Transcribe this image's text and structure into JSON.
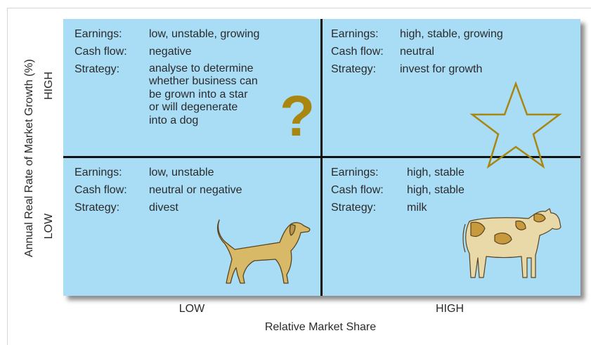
{
  "y_axis": {
    "title": "Annual Real Rate of Market Growth (%)",
    "high": "HIGH",
    "low": "LOW"
  },
  "x_axis": {
    "title": "Relative Market Share",
    "low": "LOW",
    "high": "HIGH"
  },
  "quadrants": {
    "top_left": {
      "earnings_label": "Earnings:",
      "earnings": "low, unstable, growing",
      "cashflow_label": "Cash flow:",
      "cashflow": "negative",
      "strategy_label": "Strategy:",
      "strategy_lines": [
        "analyse to determine",
        "whether business can",
        "be grown into a star",
        "or will degenerate",
        "into a dog"
      ],
      "symbol": "?"
    },
    "top_right": {
      "earnings_label": "Earnings:",
      "earnings": "high, stable, growing",
      "cashflow_label": "Cash flow:",
      "cashflow": "neutral",
      "strategy_label": "Strategy:",
      "strategy": "invest for growth",
      "icon": "star-icon"
    },
    "bottom_left": {
      "earnings_label": "Earnings:",
      "earnings": "low, unstable",
      "cashflow_label": "Cash flow:",
      "cashflow": "neutral or negative",
      "strategy_label": "Strategy:",
      "strategy": "divest",
      "icon": "dog-icon"
    },
    "bottom_right": {
      "earnings_label": "Earnings:",
      "earnings": "high, stable",
      "cashflow_label": "Cash flow:",
      "cashflow": "high, stable",
      "strategy_label": "Strategy:",
      "strategy": "milk",
      "icon": "cow-icon"
    }
  },
  "colors": {
    "grid_fill": "#a9ddf6",
    "divider": "#111111",
    "accent_gold": "#a8860f",
    "dog_fill": "#d8b968",
    "cow_fill": "#ead9a8",
    "cow_patch": "#c79a3e"
  }
}
